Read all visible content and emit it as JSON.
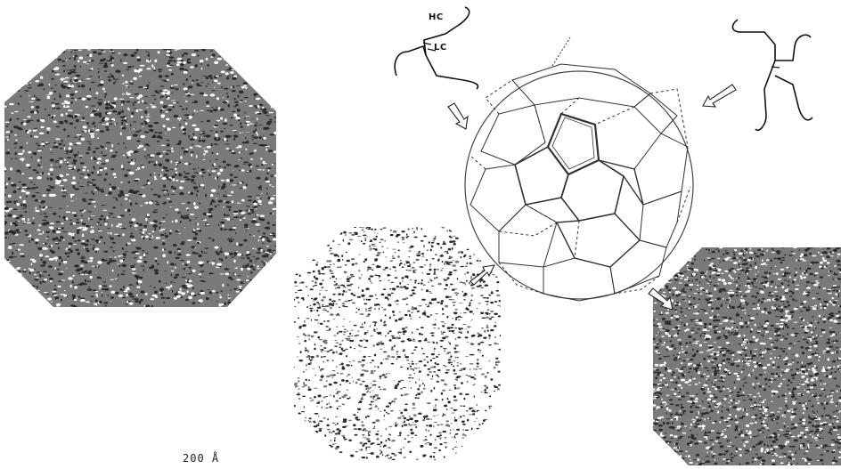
{
  "labels": {
    "heavy_chain": "HC",
    "light_chain": "LC",
    "scale_bar": "200 Å"
  },
  "colors": {
    "line": "#333333",
    "micrograph_dark": "#2a2a2a",
    "micrograph_mid": "#7a7a7a",
    "micrograph_light": "#ffffff"
  },
  "icons": {
    "molecule_top_left": "antibody-heavy-light-chain-icon",
    "molecule_top_right": "antibody-chain-icon",
    "arrows": "hollow-arrow-icon"
  }
}
